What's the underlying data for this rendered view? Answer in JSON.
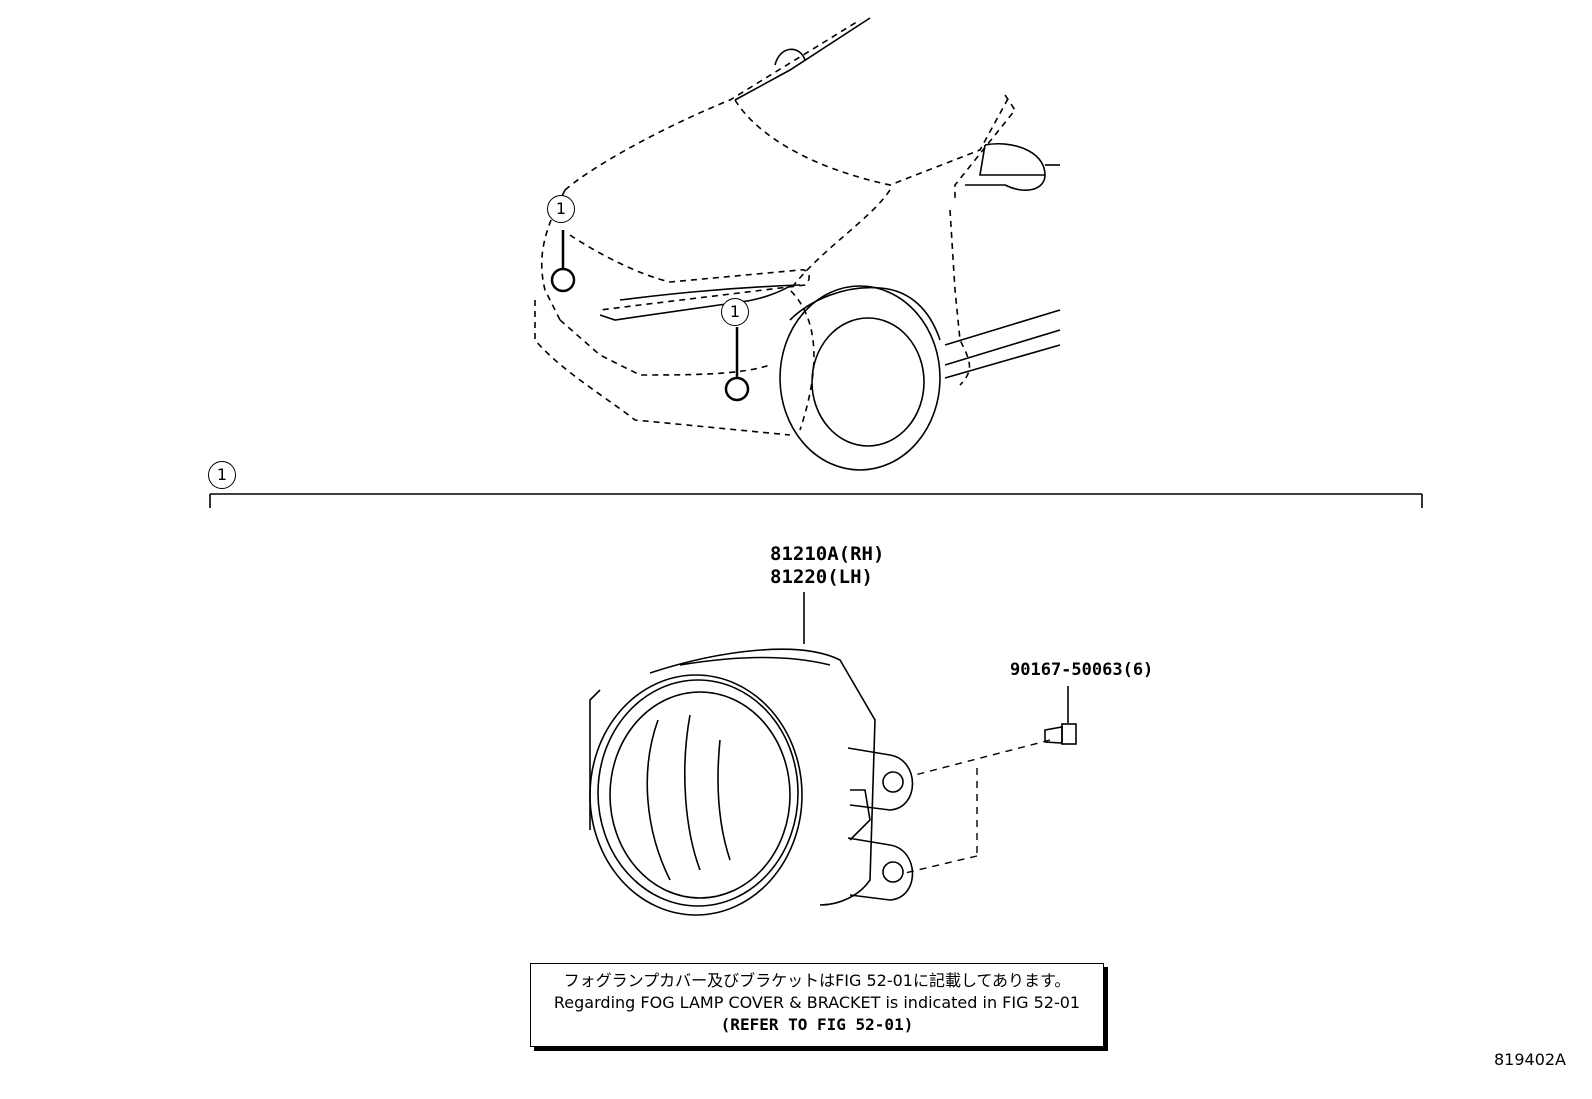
{
  "callouts": {
    "top_left": "1",
    "top_right": "1",
    "section": "1"
  },
  "parts": {
    "fog_lamp_rh": "81210A(RH)",
    "fog_lamp_lh": "81220(LH)",
    "screw": "90167-50063(6)"
  },
  "note": {
    "japanese": "フォグランプカバー及びブラケットはFIG 52-01に記載してあります。",
    "english": "Regarding FOG LAMP COVER & BRACKET is indicated in FIG 52-01",
    "reference": "(REFER TO FIG 52-01)"
  },
  "figure_id": "819402A"
}
